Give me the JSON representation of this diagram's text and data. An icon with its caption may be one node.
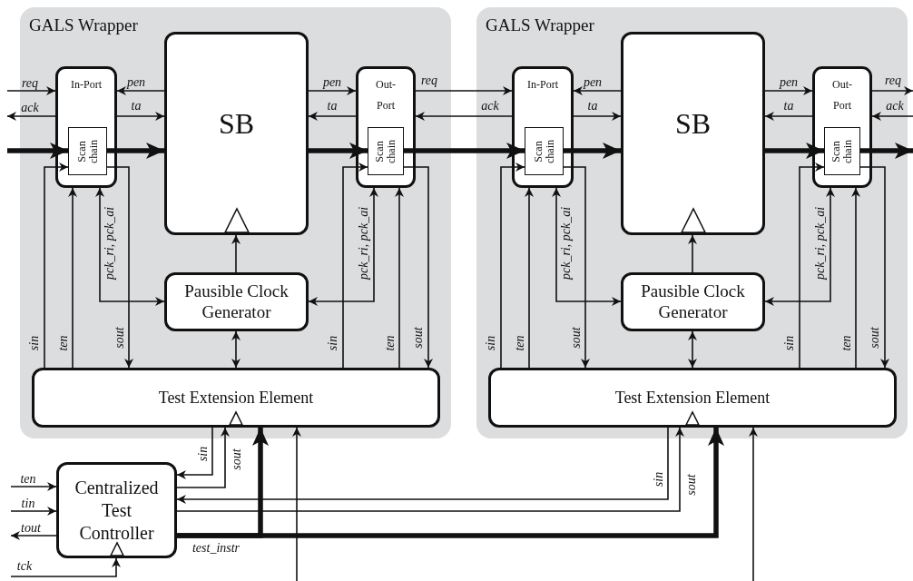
{
  "diagram": {
    "nodes": [
      {
        "text": [
          "GALS Wrapper"
        ]
      },
      {
        "text": [
          "In-Port"
        ],
        "in": 0
      },
      {
        "text": [
          "Scan chain"
        ],
        "in": 1
      },
      {
        "text": [
          "SB"
        ],
        "in": 0
      },
      {
        "text": [
          "Out-Port"
        ],
        "in": 0
      },
      {
        "text": [
          "Scan chain"
        ],
        "in": 4
      },
      {
        "text": [
          "Pausible Clock Generator"
        ],
        "in": 0
      },
      {
        "text": [
          "Test Extension Element"
        ],
        "in": 0
      },
      {
        "text": [
          "GALS Wrapper"
        ]
      },
      {
        "text": [
          "In-Port"
        ],
        "in": 8
      },
      {
        "text": [
          "Scan chain"
        ],
        "in": 9
      },
      {
        "text": [
          "SB"
        ],
        "in": 8
      },
      {
        "text": [
          "Out-Port"
        ],
        "in": 8
      },
      {
        "text": [
          "Scan chain"
        ],
        "in": 12
      },
      {
        "text": [
          "Pausible Clock Generator"
        ],
        "in": 8
      },
      {
        "text": [
          "Test Extension Element"
        ],
        "in": 8
      },
      {
        "text": [
          "Centralized Test Controller"
        ]
      }
    ],
    "edges": [
      {
        "from": 3,
        "to": 1,
        "arrow": "to",
        "label": "pen"
      },
      {
        "from": 1,
        "to": 3,
        "arrow": "to",
        "label": "ta"
      },
      {
        "from": 2,
        "to": 3,
        "arrow": "to",
        "style": "thick"
      },
      {
        "from": 3,
        "to": 4,
        "arrow": "to",
        "label": "pen"
      },
      {
        "from": 4,
        "to": 3,
        "arrow": "to",
        "label": "ta"
      },
      {
        "from": 3,
        "to": 5,
        "arrow": "to",
        "style": "thick"
      },
      {
        "from": 7,
        "to": 2,
        "arrow": "to",
        "label": "sin"
      },
      {
        "from": 7,
        "to": 1,
        "arrow": "to",
        "label": "ten"
      },
      {
        "from": 2,
        "to": 7,
        "arrow": "to",
        "label": "sout"
      },
      {
        "from": 1,
        "to": 6,
        "arrow": "both",
        "label": "pck_ri, pck_ai"
      },
      {
        "from": 7,
        "to": 5,
        "arrow": "to",
        "label": "sin"
      },
      {
        "from": 4,
        "to": 6,
        "arrow": "both",
        "label": "pck_ri, pck_ai"
      },
      {
        "from": 7,
        "to": 4,
        "arrow": "to",
        "label": "ten"
      },
      {
        "from": 5,
        "to": 7,
        "arrow": "to",
        "label": "sout"
      },
      {
        "from": 6,
        "to": 3,
        "arrow": "to"
      },
      {
        "from": 6,
        "to": 7,
        "arrow": "both"
      },
      {
        "from": null,
        "to": 1,
        "arrow": "to",
        "label": "req"
      },
      {
        "from": 1,
        "to": null,
        "arrow": "to",
        "label": "ack"
      },
      {
        "from": null,
        "to": 2,
        "arrow": "to",
        "style": "thick"
      },
      {
        "from": 4,
        "to": 9,
        "arrow": "to",
        "label": "req"
      },
      {
        "from": 9,
        "to": 4,
        "arrow": "to",
        "label": "ack"
      },
      {
        "from": 5,
        "to": 10,
        "arrow": "to",
        "style": "thick"
      },
      {
        "from": 11,
        "to": 9,
        "arrow": "to",
        "label": "pen"
      },
      {
        "from": 9,
        "to": 11,
        "arrow": "to",
        "label": "ta"
      },
      {
        "from": 10,
        "to": 11,
        "arrow": "to",
        "style": "thick"
      },
      {
        "from": 11,
        "to": 12,
        "arrow": "to",
        "label": "pen"
      },
      {
        "from": 12,
        "to": 11,
        "arrow": "to",
        "label": "ta"
      },
      {
        "from": 11,
        "to": 13,
        "arrow": "to",
        "style": "thick"
      },
      {
        "from": 15,
        "to": 10,
        "arrow": "to",
        "label": "sin"
      },
      {
        "from": 15,
        "to": 9,
        "arrow": "to",
        "label": "ten"
      },
      {
        "from": 10,
        "to": 15,
        "arrow": "to",
        "label": "sout"
      },
      {
        "from": 9,
        "to": 14,
        "arrow": "both",
        "label": "pck_ri, pck_ai"
      },
      {
        "from": 15,
        "to": 13,
        "arrow": "to",
        "label": "sin"
      },
      {
        "from": 12,
        "to": 14,
        "arrow": "both",
        "label": "pck_ri, pck_ai"
      },
      {
        "from": 15,
        "to": 12,
        "arrow": "to",
        "label": "ten"
      },
      {
        "from": 13,
        "to": 15,
        "arrow": "to",
        "label": "sout"
      },
      {
        "from": 14,
        "to": 11,
        "arrow": "to"
      },
      {
        "from": 14,
        "to": 15,
        "arrow": "both"
      },
      {
        "from": 12,
        "to": null,
        "arrow": "to",
        "label": "req"
      },
      {
        "from": null,
        "to": 12,
        "arrow": "to",
        "label": "ack"
      },
      {
        "from": 13,
        "to": null,
        "arrow": "to",
        "style": "thick"
      },
      {
        "from": 7,
        "to": 16,
        "arrow": "to",
        "label": "sin"
      },
      {
        "from": 16,
        "to": 7,
        "arrow": "to",
        "label": "sout"
      },
      {
        "from": 15,
        "to": 16,
        "arrow": "to",
        "label": "sin"
      },
      {
        "from": 16,
        "to": 15,
        "arrow": "to",
        "label": "sout"
      },
      {
        "from": 16,
        "to": 7,
        "arrow": "to",
        "style": "thick",
        "label": "test_instr"
      },
      {
        "from": 16,
        "to": 15,
        "arrow": "to",
        "style": "thick"
      },
      {
        "from": null,
        "to": 16,
        "arrow": "to",
        "label": "tck"
      },
      {
        "from": null,
        "to": 7,
        "arrow": "to"
      },
      {
        "from": null,
        "to": 15,
        "arrow": "to"
      },
      {
        "from": null,
        "to": 16,
        "arrow": "to",
        "label": "ten"
      },
      {
        "from": null,
        "to": 16,
        "arrow": "to",
        "label": "tin"
      },
      {
        "from": 16,
        "to": null,
        "arrow": "to",
        "label": "tout"
      }
    ]
  }
}
